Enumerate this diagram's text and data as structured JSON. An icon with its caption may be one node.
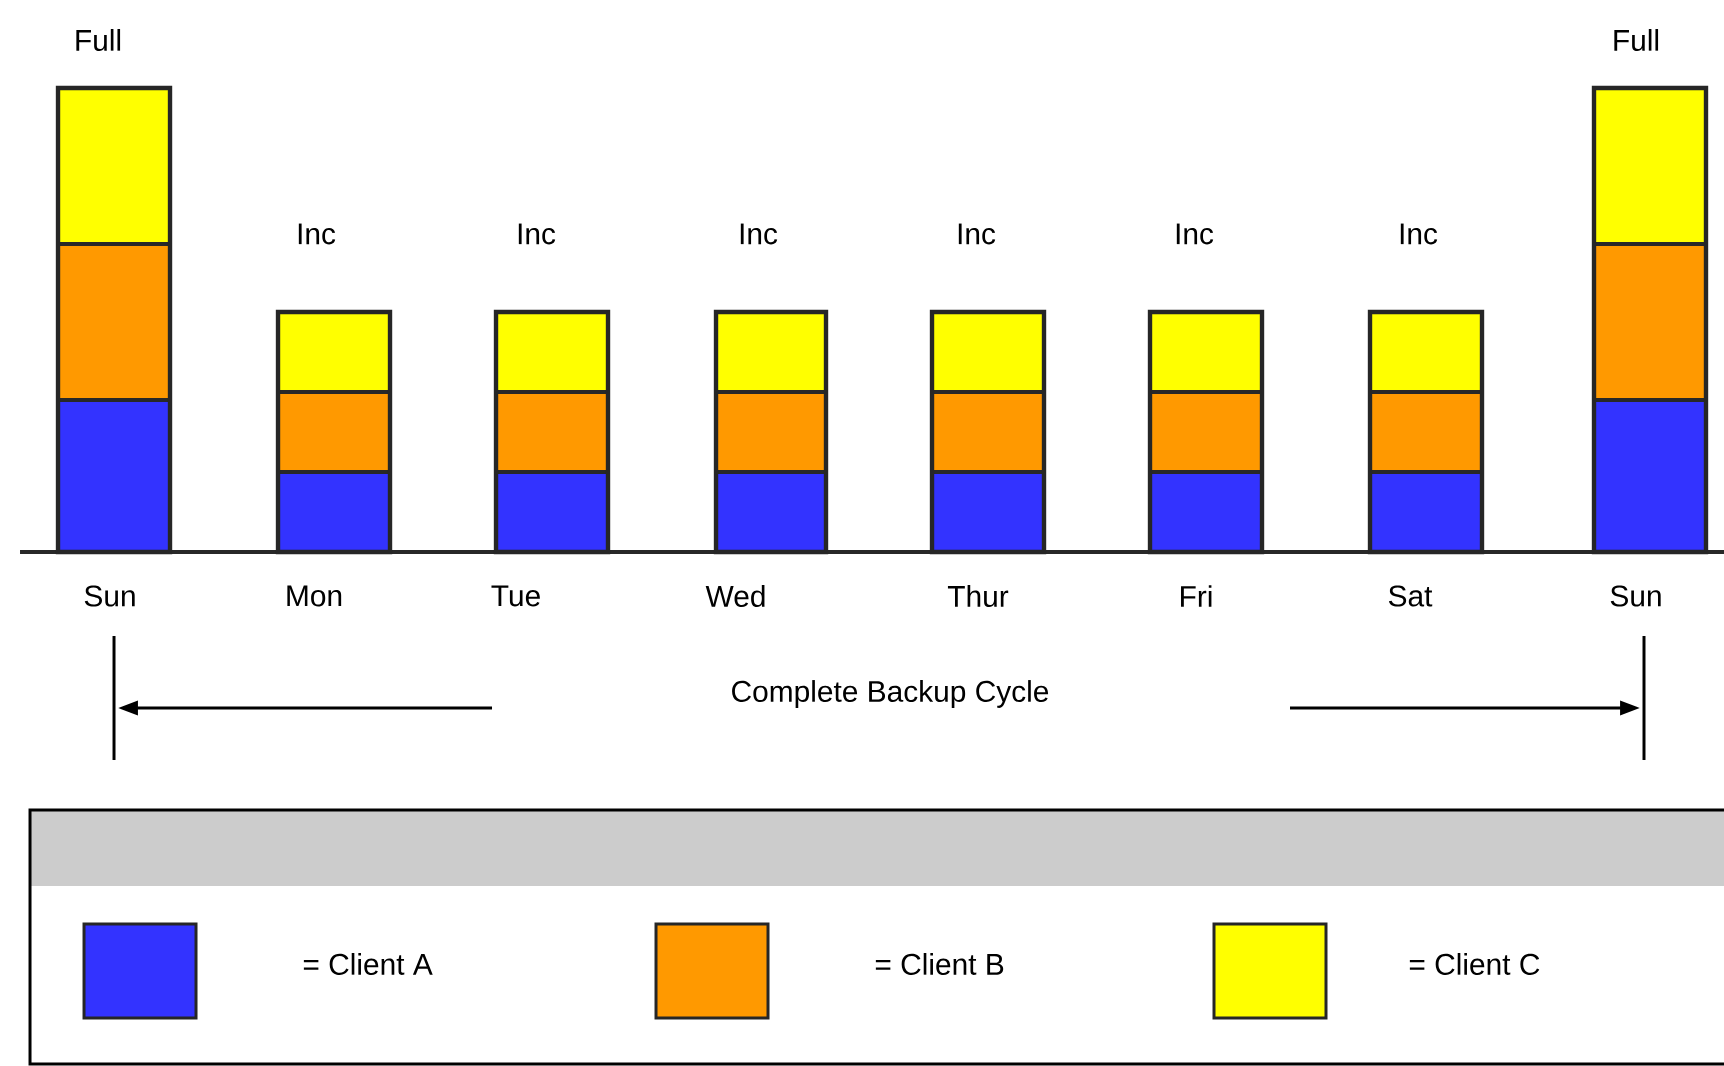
{
  "diagram": {
    "nodes": [
      {
        "text": [
          "Full"
        ],
        "beside": [
          "Sun"
        ]
      },
      {
        "text": [
          "Inc"
        ],
        "beside": [
          "Mon"
        ]
      },
      {
        "text": [
          "Inc"
        ],
        "beside": [
          "Tue"
        ]
      },
      {
        "text": [
          "Inc"
        ],
        "beside": [
          "Wed"
        ]
      },
      {
        "text": [
          "Inc"
        ],
        "beside": [
          "Thur"
        ]
      },
      {
        "text": [
          "Inc"
        ],
        "beside": [
          "Fri"
        ]
      },
      {
        "text": [
          "Inc"
        ],
        "beside": [
          "Sat"
        ]
      },
      {
        "text": [
          "Full"
        ],
        "beside": [
          "Sun"
        ]
      }
    ],
    "labels": [
      "Complete Backup Cycle"
    ],
    "legend": [
      {
        "text": "= Client A",
        "color": "#3333ff"
      },
      {
        "text": "= Client B",
        "color": "#ff9900"
      },
      {
        "text": "= Client C",
        "color": "#ffff00"
      }
    ]
  }
}
